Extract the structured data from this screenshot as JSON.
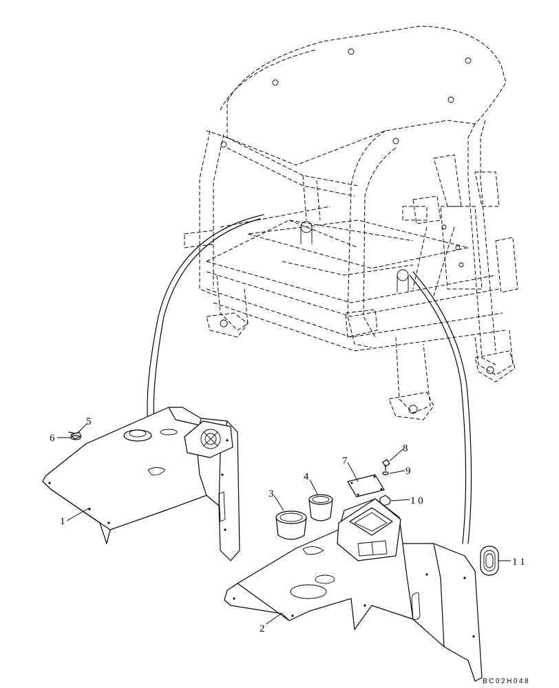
{
  "callouts": [
    {
      "id": "c1",
      "label": "1"
    },
    {
      "id": "c2",
      "label": "2"
    },
    {
      "id": "c3",
      "label": "3"
    },
    {
      "id": "c4",
      "label": "4"
    },
    {
      "id": "c5",
      "label": "5"
    },
    {
      "id": "c6",
      "label": "6"
    },
    {
      "id": "c7",
      "label": "7"
    },
    {
      "id": "c8",
      "label": "8"
    },
    {
      "id": "c9",
      "label": "9"
    },
    {
      "id": "c10",
      "label": "1 0"
    },
    {
      "id": "c11",
      "label": "1 1"
    }
  ],
  "doc_code": "BC02H048"
}
